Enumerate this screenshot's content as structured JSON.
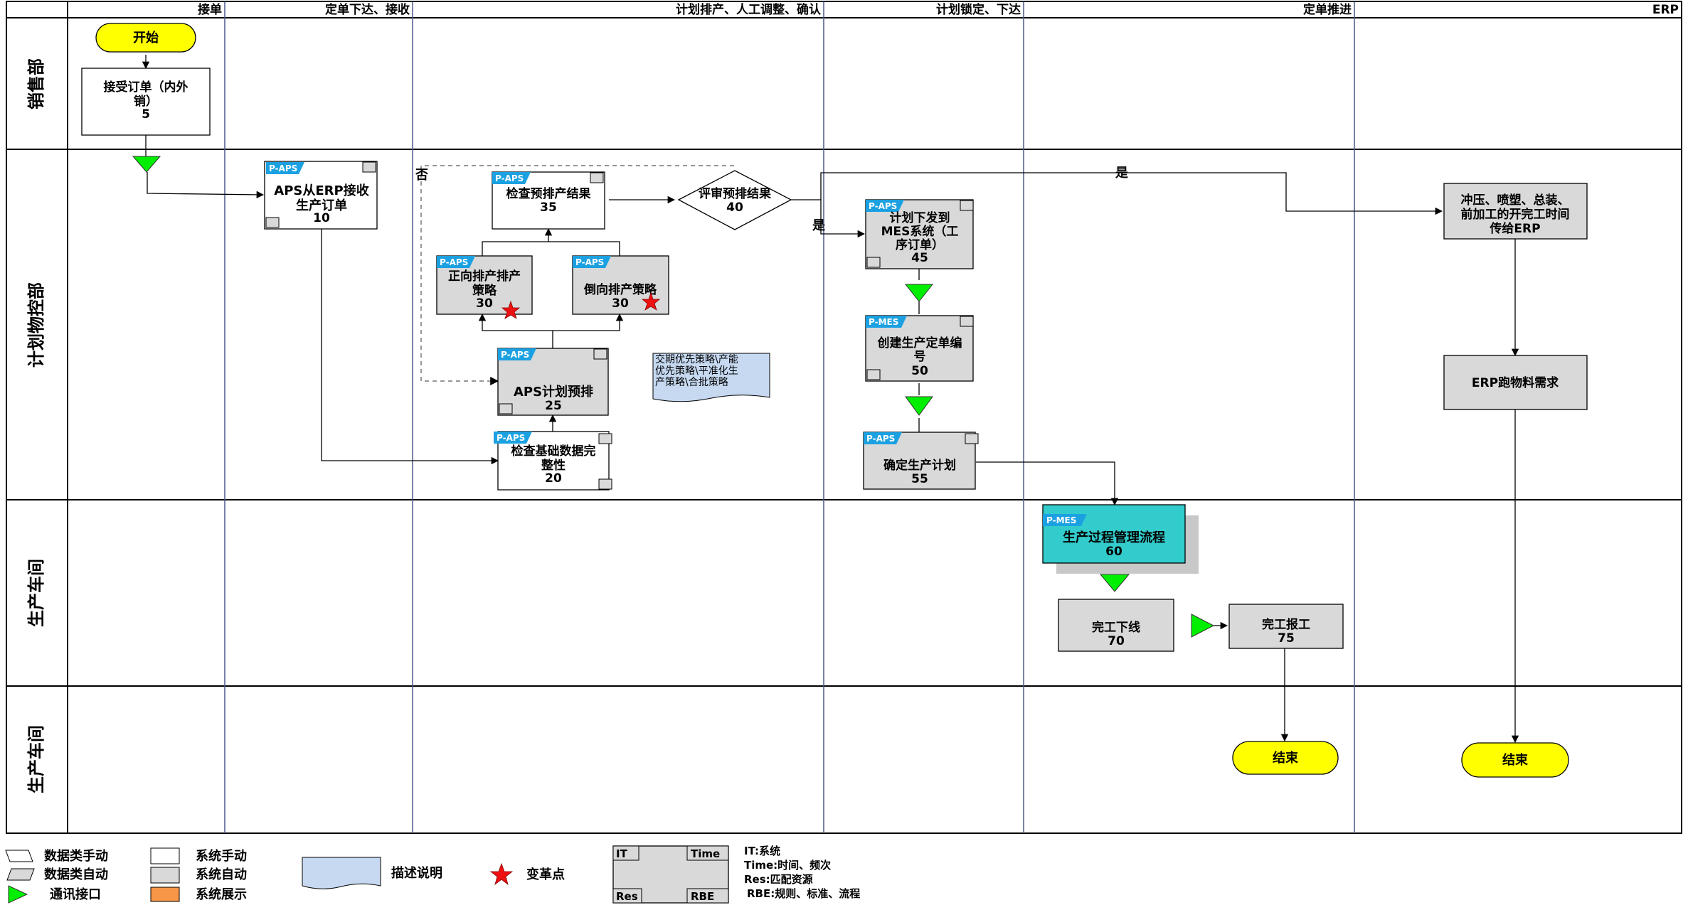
{
  "phases": [
    "接单",
    "定单下达、接收",
    "计划排产、人工调整、确认",
    "计划锁定、下达",
    "定单推进",
    "ERP"
  ],
  "lanes": [
    "销售部",
    "计划物控部",
    "生产车间",
    "生产车间"
  ],
  "system_tags": {
    "aps": "P-APS",
    "mes": "P-MES"
  },
  "nodes": {
    "start": "开始",
    "n5": {
      "label": "接受订单（内外销）",
      "num": "5"
    },
    "n10": {
      "label": "APS从ERP接收生产订单",
      "num": "10"
    },
    "n20": {
      "label": "检查基础数据完整性",
      "num": "20"
    },
    "n25": {
      "label": "APS计划预排",
      "num": "25"
    },
    "n30a": {
      "label": "正向排产排产策略",
      "num": "30"
    },
    "n30b": {
      "label": "倒向排产策略",
      "num": "30"
    },
    "n35": {
      "label": "检查预排产结果",
      "num": "35"
    },
    "n40": {
      "label": "评审预排结果",
      "num": "40"
    },
    "n45": {
      "label": "计划下发到MES系统（工序订单）",
      "num": "45"
    },
    "n50": {
      "label": "创建生产定单编号",
      "num": "50"
    },
    "n55": {
      "label": "确定生产计划",
      "num": "55"
    },
    "n60": {
      "label": "生产过程管理流程",
      "num": "60"
    },
    "n70": {
      "label": "完工下线",
      "num": "70"
    },
    "n75": {
      "label": "完工报工",
      "num": "75"
    },
    "erp1": "冲压、喷塑、总装、前加工的开完工时间传给ERP",
    "erp2": "ERP跑物料需求",
    "end1": "结束",
    "end2": "结束"
  },
  "note": "交期优先策略\\产能优先策略\\平准化生产策略\\合批策略",
  "edge_labels": {
    "no": "否",
    "yes1": "是",
    "yes2": "是"
  },
  "legend": {
    "data_manual": "数据类手动",
    "data_auto": "数据类自动",
    "comm_interface": "通讯接口",
    "sys_manual": "系统手动",
    "sys_auto": "系统自动",
    "sys_display": "系统展示",
    "description": "描述说明",
    "reform_point": "变革点",
    "box": {
      "it": "IT",
      "time": "Time",
      "res": "Res",
      "rbe": "RBE"
    },
    "explain": [
      "IT:系统",
      "Time:时间、频次",
      "Res:匹配资源",
      "RBE:规则、标准、流程"
    ]
  },
  "colors": {
    "sys_auto": "#d9d9d9",
    "sys_display": "#f79646",
    "mes_teal": "#33cccc",
    "tag_blue": "#1ba1e2",
    "start_end": "#ffff00",
    "interface_green": "#00ee00",
    "star": "#ee1111",
    "note_blue": "#c6d9f1"
  }
}
